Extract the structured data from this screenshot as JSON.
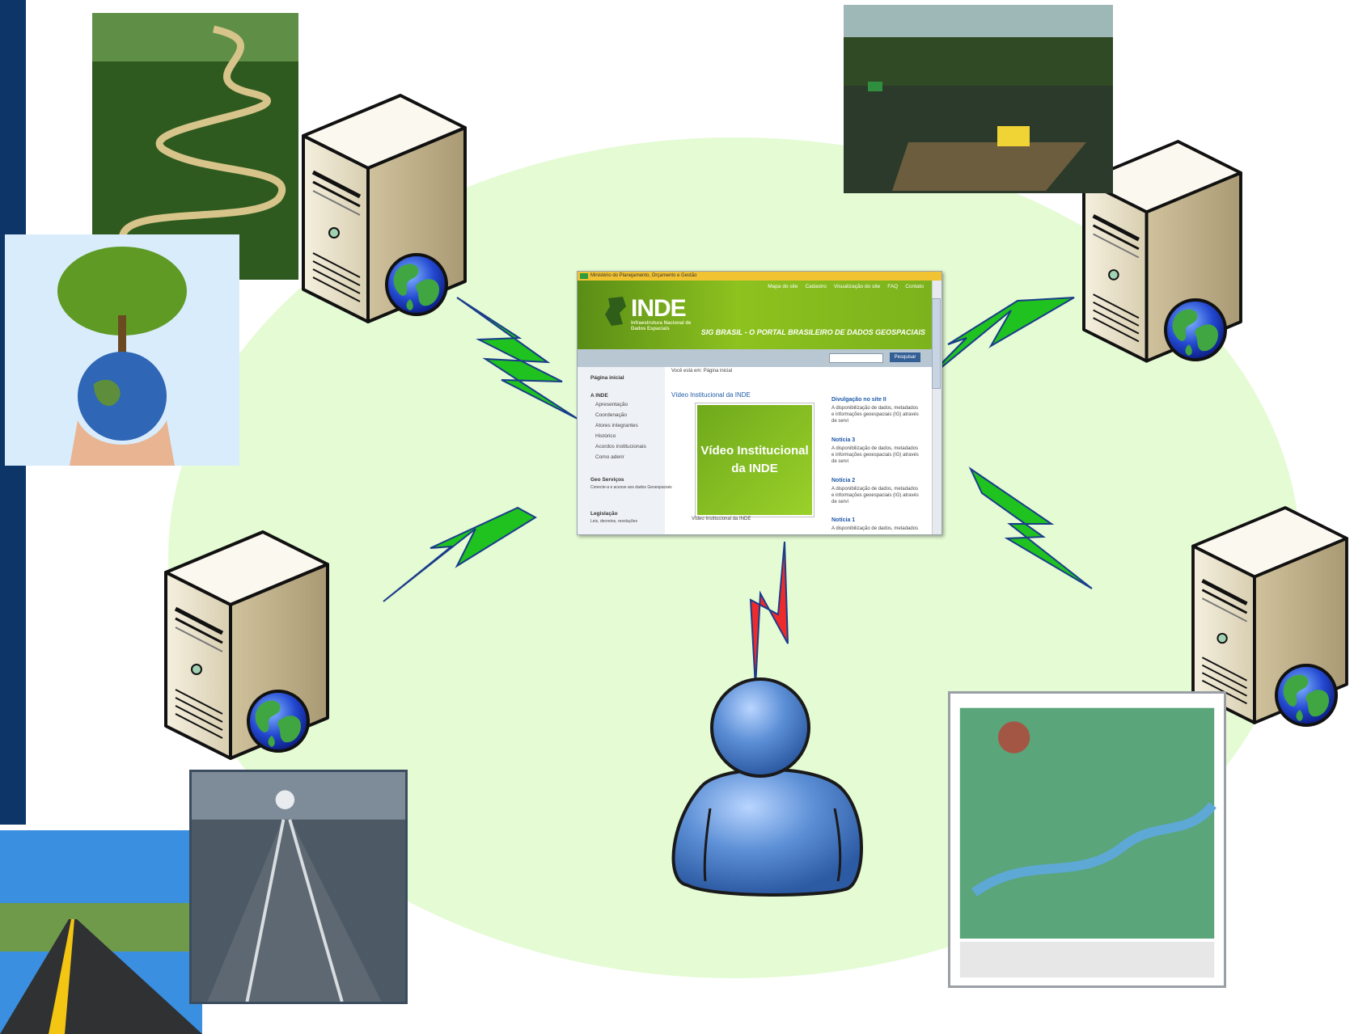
{
  "portal": {
    "ministry": "Ministério do Planejamento, Orçamento e Gestão",
    "nav_links": [
      "Mapa do site",
      "Cadastro",
      "Visualização do site",
      "FAQ",
      "Contato"
    ],
    "logo": "INDE",
    "logo_subtitle": "Infraestrutura Nacional de Dados Espaciais",
    "banner_tagline": "SIG BRASIL - O PORTAL BRASILEIRO DE DADOS GEOSPACIAIS",
    "search_button": "Pesquisar",
    "breadcrumb": "Você está em: Página inicial",
    "left_nav": {
      "home": "Página inicial",
      "section_inde": "A INDE",
      "items": [
        "Apresentação",
        "Coordenação",
        "Atores integrantes",
        "Histórico",
        "Acordos institucionais",
        "Como aderir"
      ],
      "geo_title": "Geo Serviços",
      "geo_desc": "Conecte-a e acesse aos dados Geoespaciais",
      "leg_title": "Legislação",
      "leg_desc": "Leis, decretos, resoluções"
    },
    "video_section_title": "Vídeo Institucional da INDE",
    "video_overlay": "Vídeo Institucional da INDE",
    "video_caption": "Vídeo Institucional da INDE",
    "news": [
      {
        "title": "Divulgação no site II",
        "body": "A disponibilização de dados, metadados e informações geoespaciais (IG) através de servi"
      },
      {
        "title": "Notícia 3",
        "body": "A disponibilização de dados, metadados e informações geoespaciais (IG) através de servi"
      },
      {
        "title": "Notícia 2",
        "body": "A disponibilização de dados, metadados e informações geoespaciais (IG) através de servi"
      },
      {
        "title": "Notícia 1",
        "body": "A disponibilização de dados, metadados"
      }
    ]
  },
  "icons": {
    "servers": [
      "server-globe-icon",
      "server-globe-icon",
      "server-globe-icon",
      "server-globe-icon"
    ],
    "user": "user-icon",
    "connection": "lightning-icon"
  },
  "colors": {
    "network_cloud": "#e4fbd4",
    "sidebar": "#0e3567",
    "connection_green": "#1fc21f",
    "connection_red": "#ee2b2b",
    "user_blue": "#5c8fd6"
  }
}
